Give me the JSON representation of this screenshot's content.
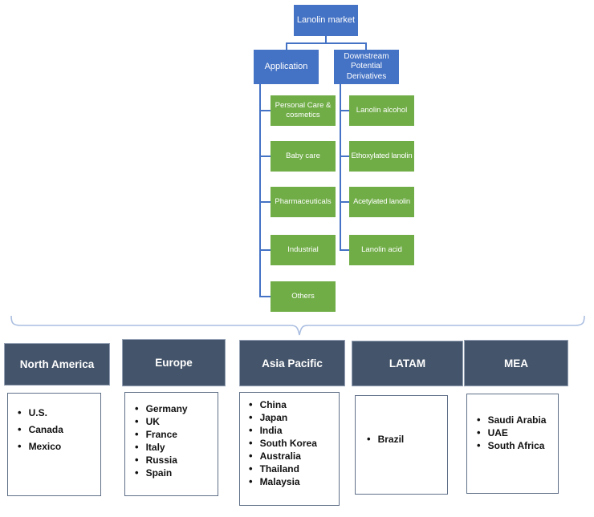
{
  "diagram": {
    "root_label": "Lanolin market",
    "branch1": {
      "label": "Application",
      "children": [
        "Personal Care & cosmetics",
        "Baby care",
        "Pharmaceuticals",
        "Industrial",
        "Others"
      ]
    },
    "branch2": {
      "label": "Downstream Potential Derivatives",
      "children": [
        "Lanolin alcohol",
        "Ethoxylated lanolin",
        "Acetylated lanolin",
        "Lanolin acid"
      ]
    }
  },
  "regions": [
    {
      "name": "North America",
      "countries": [
        "U.S.",
        "Canada",
        "Mexico"
      ]
    },
    {
      "name": "Europe",
      "countries": [
        "Germany",
        "UK",
        "France",
        "Italy",
        "Russia",
        "Spain"
      ]
    },
    {
      "name": "Asia Pacific",
      "countries": [
        "China",
        "Japan",
        "India",
        "South Korea",
        "Australia",
        "Thailand",
        "Malaysia"
      ]
    },
    {
      "name": "LATAM",
      "countries": [
        "Brazil"
      ]
    },
    {
      "name": "MEA",
      "countries": [
        "Saudi Arabia",
        "UAE",
        "South Africa"
      ]
    }
  ],
  "colors": {
    "node_blue": "#4472C4",
    "node_green": "#70AD47",
    "header_dark": "#44546A",
    "connector_blue": "#4472C4",
    "brace_light_blue": "#A9BDE0"
  }
}
